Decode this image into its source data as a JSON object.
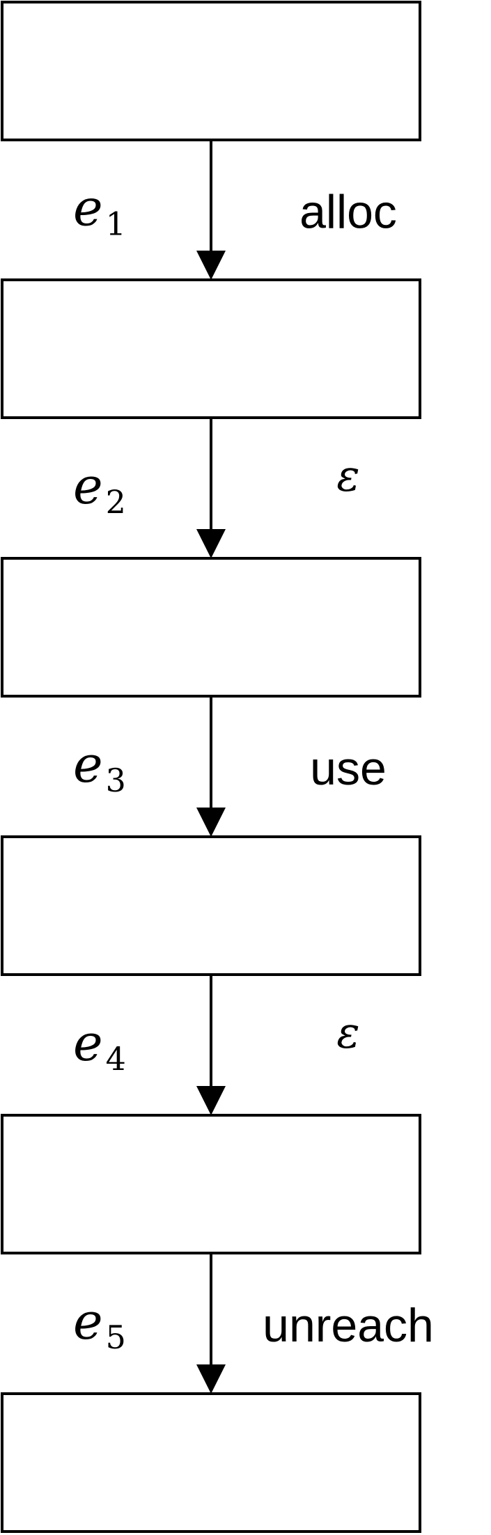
{
  "diagram": {
    "nodes": [
      {
        "id": "n1",
        "text": ""
      },
      {
        "id": "n2",
        "text": ""
      },
      {
        "id": "n3",
        "text": ""
      },
      {
        "id": "n4",
        "text": ""
      },
      {
        "id": "n5",
        "text": ""
      },
      {
        "id": "n6",
        "text": ""
      }
    ],
    "edges": [
      {
        "from": "n1",
        "to": "n2",
        "var": "e",
        "sub": "1",
        "label": "alloc"
      },
      {
        "from": "n2",
        "to": "n3",
        "var": "e",
        "sub": "2",
        "label": "ε"
      },
      {
        "from": "n3",
        "to": "n4",
        "var": "e",
        "sub": "3",
        "label": "use"
      },
      {
        "from": "n4",
        "to": "n5",
        "var": "e",
        "sub": "4",
        "label": "ε"
      },
      {
        "from": "n5",
        "to": "n6",
        "var": "e",
        "sub": "5",
        "label": "unreach"
      }
    ]
  }
}
